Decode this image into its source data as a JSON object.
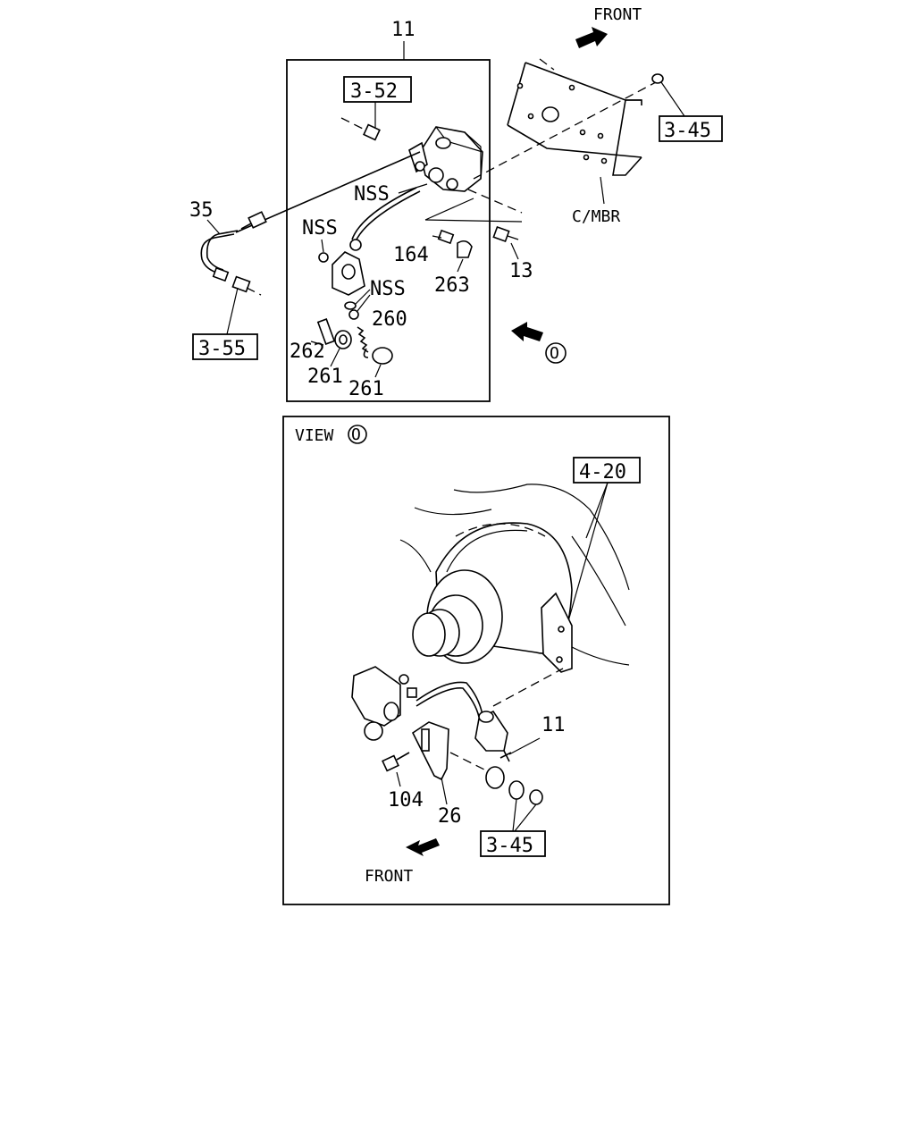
{
  "top_panel": {
    "title": "11",
    "labels": {
      "ref_352": "3-52",
      "ref_345": "3-45",
      "ref_355": "3-55",
      "nss_a": "NSS",
      "nss_b": "NSS",
      "nss_c": "NSS",
      "p35": "35",
      "p164": "164",
      "p263": "263",
      "p13": "13",
      "p260": "260",
      "p262": "262",
      "p261a": "261",
      "p261b": "261",
      "cmbr": "C/MBR",
      "front": "FRONT",
      "view_mark": "O"
    }
  },
  "bottom_panel": {
    "view_label": "VIEW",
    "view_mark": "O",
    "labels": {
      "ref_420": "4-20",
      "ref_345": "3-45",
      "p11": "11",
      "p104": "104",
      "p26": "26",
      "front": "FRONT"
    }
  }
}
